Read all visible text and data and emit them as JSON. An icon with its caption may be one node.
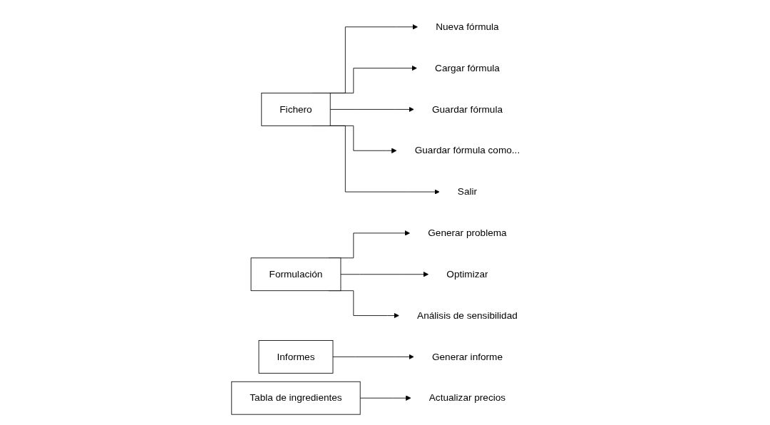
{
  "diagram": {
    "nodes": [
      {
        "text": [
          "Fichero"
        ]
      },
      {
        "text": [
          "Nueva fórmula"
        ]
      },
      {
        "text": [
          "Cargar fórmula"
        ]
      },
      {
        "text": [
          "Guardar fórmula"
        ]
      },
      {
        "text": [
          "Guardar fórmula como..."
        ]
      },
      {
        "text": [
          "Salir"
        ]
      },
      {
        "text": [
          "Formulación"
        ]
      },
      {
        "text": [
          "Generar problema"
        ]
      },
      {
        "text": [
          "Optimizar"
        ]
      },
      {
        "text": [
          "Análisis de sensibilidad"
        ]
      },
      {
        "text": [
          "Informes"
        ]
      },
      {
        "text": [
          "Generar informe"
        ]
      },
      {
        "text": [
          "Tabla de ingredientes"
        ]
      },
      {
        "text": [
          "Actualizar precios"
        ]
      }
    ],
    "edges": [
      {
        "from": 0,
        "to": 1,
        "arrow": "to"
      },
      {
        "from": 0,
        "to": 2,
        "arrow": "to"
      },
      {
        "from": 0,
        "to": 3,
        "arrow": "to"
      },
      {
        "from": 0,
        "to": 4,
        "arrow": "to"
      },
      {
        "from": 0,
        "to": 5,
        "arrow": "to"
      },
      {
        "from": 6,
        "to": 7,
        "arrow": "to"
      },
      {
        "from": 6,
        "to": 8,
        "arrow": "to"
      },
      {
        "from": 6,
        "to": 9,
        "arrow": "to"
      },
      {
        "from": 10,
        "to": 11,
        "arrow": "to"
      },
      {
        "from": 12,
        "to": 13,
        "arrow": "to"
      }
    ]
  }
}
